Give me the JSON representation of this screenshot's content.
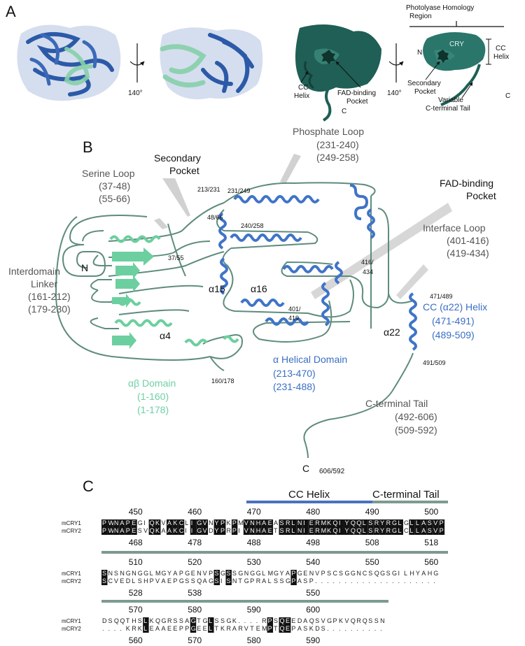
{
  "panel_a": {
    "letter": "A",
    "rotation_1": "140°",
    "rotation_2": "140°",
    "schematic1": {
      "cc_helix": "CC\nHelix",
      "fad_pocket": "FAD-binding\nPocket",
      "c_terminus": "C"
    },
    "schematic2": {
      "photolyase_region": "Photolyase Homology\nRegion",
      "cry": "CRY",
      "n_terminus": "N",
      "cc_helix": "CC\nHelix",
      "secondary_pocket": "Secondary\nPocket",
      "variable_tail": "Variable\nC-terminal Tail",
      "c_terminus": "C"
    }
  },
  "panel_b": {
    "letter": "B",
    "labels": {
      "phosphate_loop": "Phosphate Loop",
      "phosphate_loop_r1": "(231-240)",
      "phosphate_loop_r2": "(249-258)",
      "secondary_pocket": "Secondary\nPocket",
      "serine_loop": "Serine Loop",
      "serine_loop_r1": "(37-48)",
      "serine_loop_r2": "(55-66)",
      "fad_pocket": "FAD-binding\nPocket",
      "interface_loop": "Interface Loop",
      "interface_loop_r1": "(401-416)",
      "interface_loop_r2": "(419-434)",
      "interdomain_linker": "Interdomain\nLinker",
      "interdomain_linker_r1": "(161-212)",
      "interdomain_linker_r2": "(179-230)",
      "cc_helix": "CC (α22) Helix",
      "cc_helix_r1": "(471-491)",
      "cc_helix_r2": "(489-509)",
      "alpha_helical": "α Helical Domain",
      "alpha_helical_r1": "(213-470)",
      "alpha_helical_r2": "(231-488)",
      "ab_domain": "αβ Domain",
      "ab_domain_r1": "(1-160)",
      "ab_domain_r2": "(1-178)",
      "c_tail": "C-terminal Tail",
      "c_tail_r1": "(492-606)",
      "c_tail_r2": "(509-592)",
      "n_terminus": "N",
      "c_terminus": "C",
      "c_terminus_num": "606/592",
      "a15": "α15",
      "a16": "α16",
      "a4": "α4",
      "a22": "α22"
    },
    "residue_marks": [
      "231/249",
      "213/231",
      "48/66",
      "240/258",
      "37/55",
      "416/434",
      "471/489",
      "401/419",
      "491/509",
      "160/178"
    ]
  },
  "panel_c": {
    "letter": "C",
    "cc_helix_label": "CC Helix",
    "c_tail_label": "C-terminal Tail",
    "name1": "mCRY1",
    "name2": "mCRY2",
    "blocks": [
      {
        "top_ticks": [
          "450",
          "460",
          "470",
          "480",
          "490",
          "500"
        ],
        "seq1": "PWNAPEGIQKVAKCLIGVNYPKPMVNHAEASRLNIERMKQIYQQLSRYRGLGLLASVP",
        "seq2": "PWNAPESVQKAAKCIIGVDYPRPIVNHAETSRLNIERMKQIYQQLSRYRGLCLLASVP",
        "bottom_ticks": [
          "468",
          "478",
          "488",
          "498",
          "508",
          "518"
        ]
      },
      {
        "top_ticks": [
          "510",
          "520",
          "530",
          "540",
          "550",
          "560"
        ],
        "seq1": "SNSNGNGGLMGYAPGENVPSGSSGNGGLMGYAPGENVPSCSGGNCSQGSGILHYAHG",
        "seq2": "SCVEDLSHPVAEPGSSQAGSISNTGPRALSSGPASP.....................",
        "bottom_ticks": [
          "528",
          "538",
          "550"
        ]
      },
      {
        "top_ticks": [
          "570",
          "580",
          "590",
          "600"
        ],
        "seq1": "DSQQTHSLKQGRSSAGTGLSSGK....RPSQEEDAQSVGPKVQRQSSN",
        "seq2": "....KRKLEAAEEPPGEELTKRARVTEMPTQEPASKDS..........",
        "bottom_ticks": [
          "560",
          "570",
          "580",
          "590"
        ]
      }
    ]
  },
  "colors": {
    "teal_dark": "#1f5f55",
    "teal_body": "#2a766b",
    "backbone": "#5e8c7c",
    "helix_blue": "#3f74c8",
    "helix_green": "#6ccf9f",
    "bar_blue": "#4a72bd",
    "bar_grey": "#7e9a8f"
  }
}
